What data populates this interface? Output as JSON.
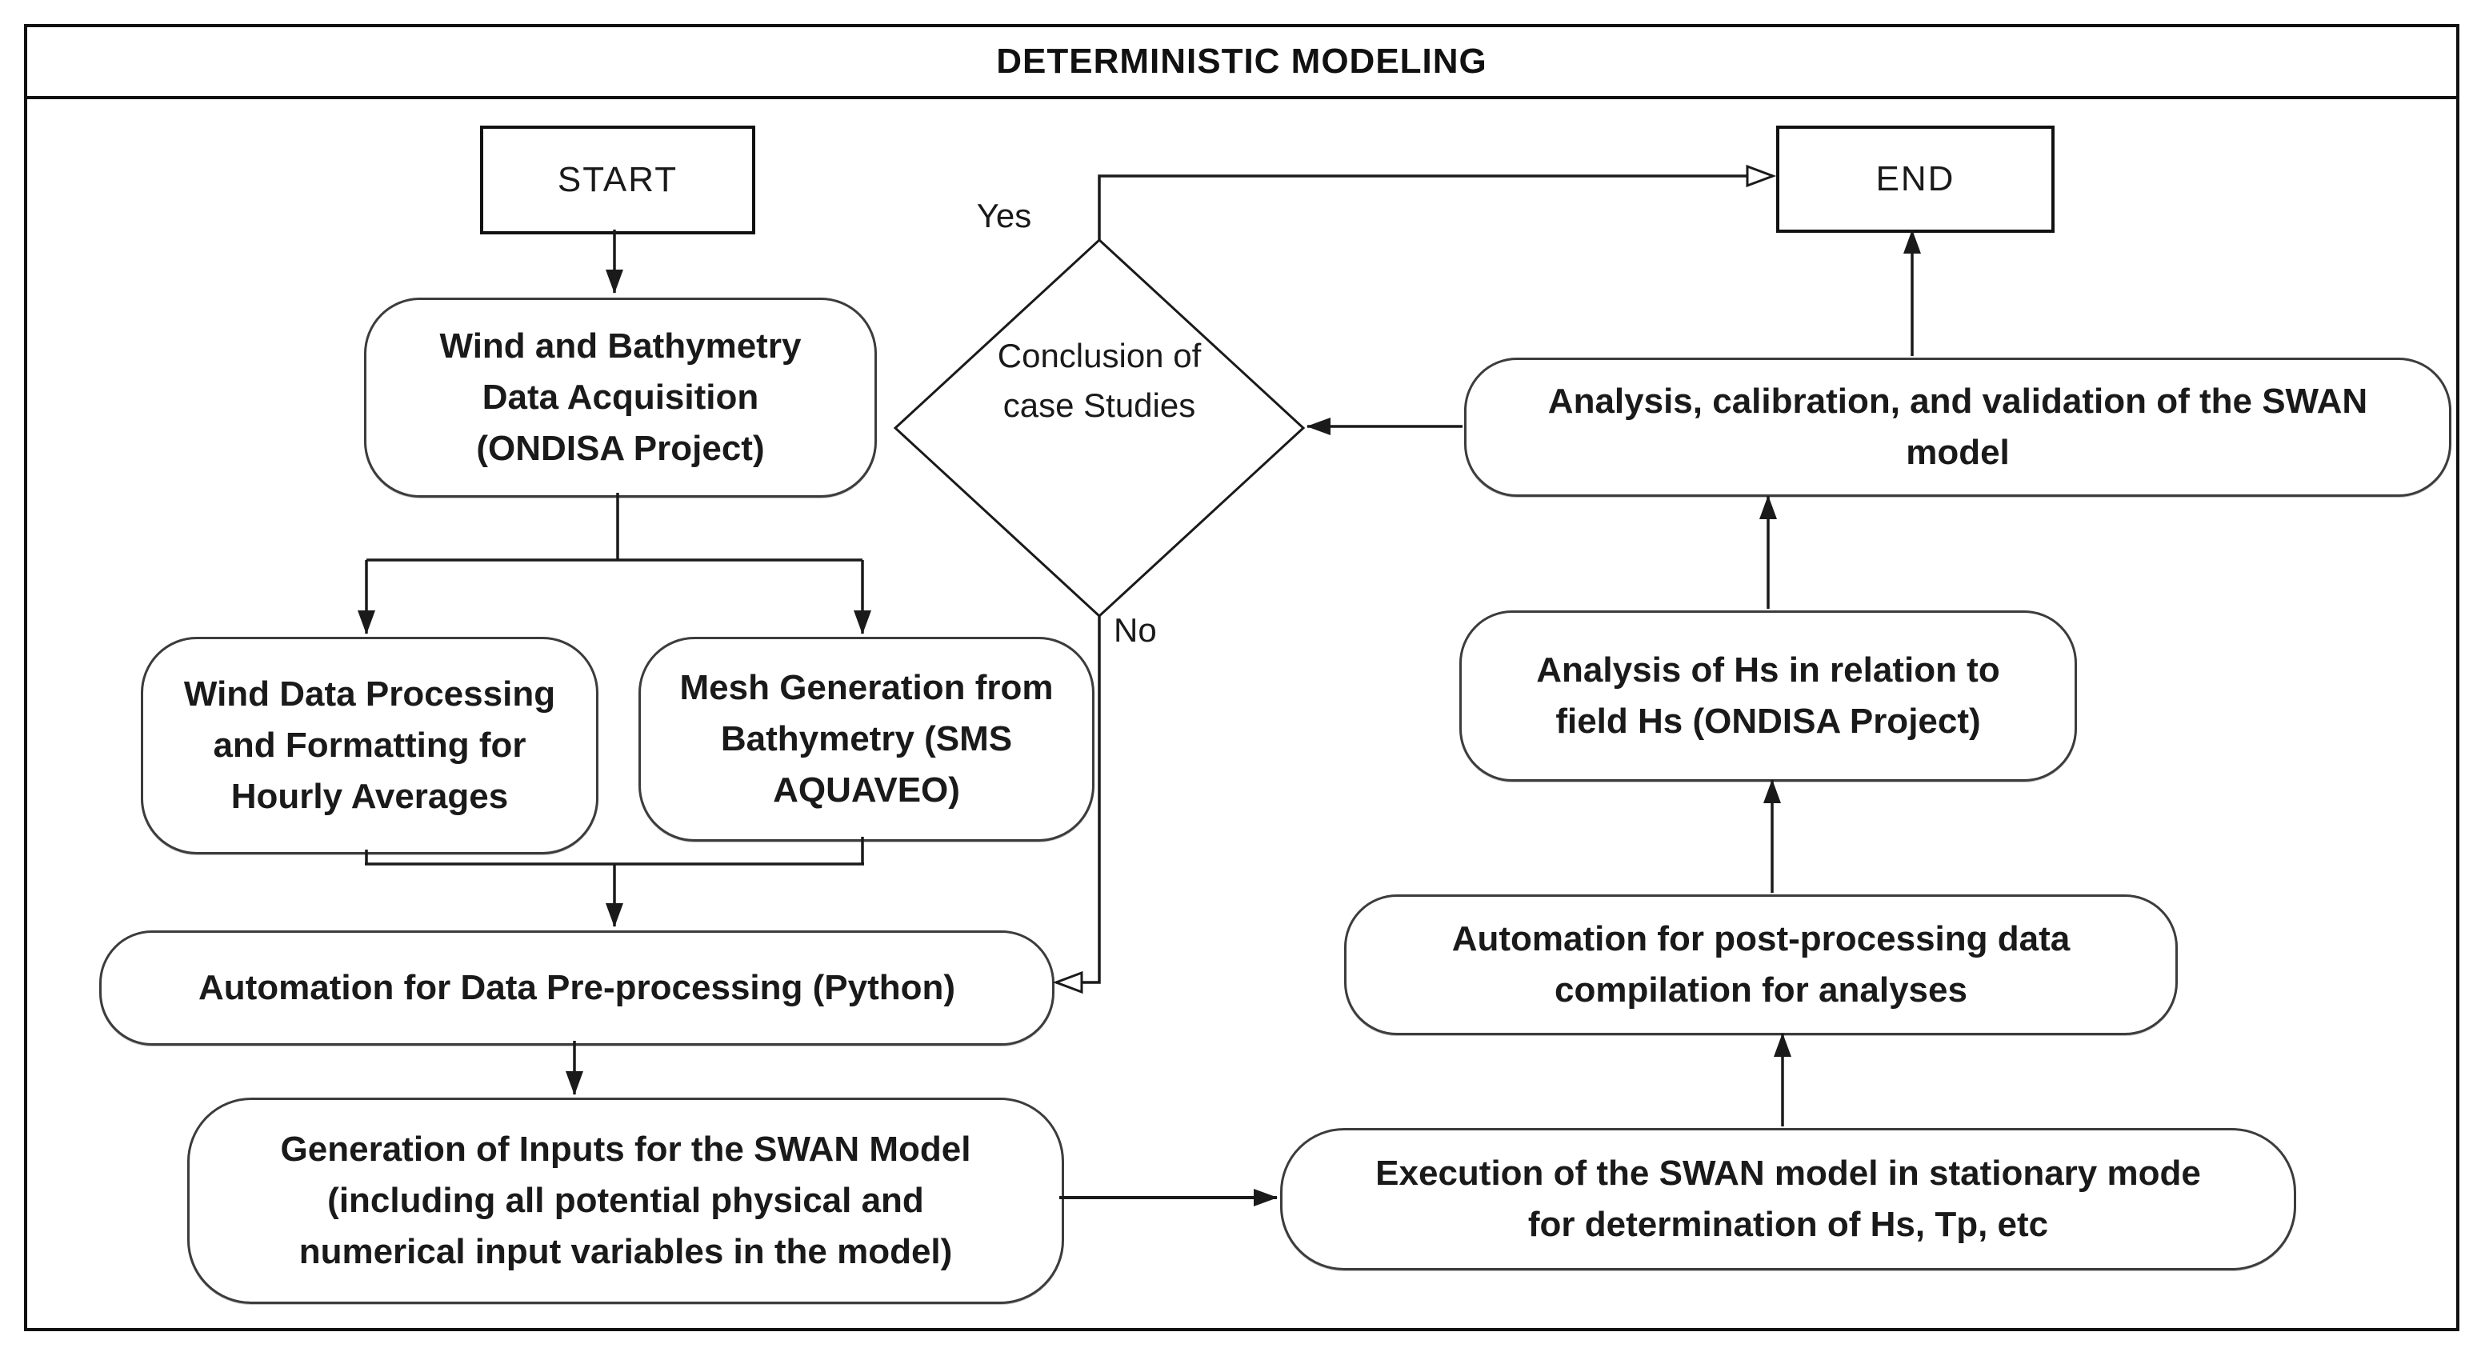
{
  "title": "DETERMINISTIC MODELING",
  "nodes": {
    "start": {
      "label": "START"
    },
    "end": {
      "label": "END"
    },
    "wind_acq": {
      "lines": [
        "Wind and Bathymetry",
        "Data Acquisition",
        "(ONDISA Project)"
      ]
    },
    "wind_proc": {
      "lines": [
        "Wind Data Processing",
        "and Formatting for",
        "Hourly Averages"
      ]
    },
    "mesh_gen": {
      "lines": [
        "Mesh Generation from",
        "Bathymetry (SMS",
        "AQUAVEO)"
      ]
    },
    "automation_pre": {
      "lines": [
        "Automation for Data Pre-processing (Python)"
      ]
    },
    "gen_inputs": {
      "lines": [
        "Generation of Inputs for the SWAN Model",
        "(including all potential physical and",
        "numerical input variables in the model)"
      ]
    },
    "execution": {
      "lines": [
        "Execution of the SWAN model in stationary mode",
        "for determination of Hs, Tp, etc"
      ]
    },
    "automation_post": {
      "lines": [
        "Automation for post-processing data",
        "compilation for analyses"
      ]
    },
    "analysis_hs": {
      "lines": [
        "Analysis of Hs in relation to",
        "field Hs (ONDISA Project)"
      ]
    },
    "analysis_cal": {
      "lines": [
        "Analysis, calibration, and validation of the SWAN",
        "model"
      ]
    },
    "decision": {
      "lines": [
        "Conclusion of",
        "case Studies"
      ]
    }
  },
  "edge_labels": {
    "yes": "Yes",
    "no": "No"
  },
  "colors": {
    "stroke": "#1a1a1a",
    "box_border": "#3c3c3c",
    "background": "#ffffff",
    "text": "#1a1a1a"
  }
}
